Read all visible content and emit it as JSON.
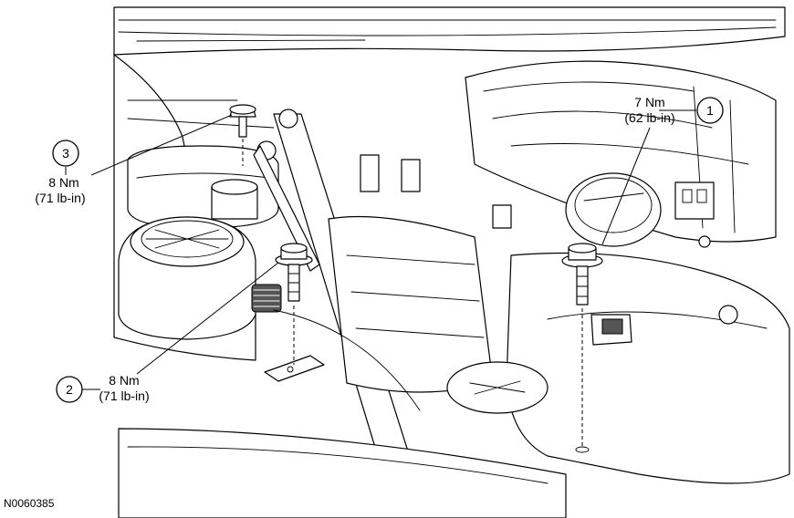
{
  "callouts": [
    {
      "number": "1",
      "torque_nm": "7 Nm",
      "torque_lbin": "(62 lb-in)"
    },
    {
      "number": "2",
      "torque_nm": "8 Nm",
      "torque_lbin": "(71 lb-in)"
    },
    {
      "number": "3",
      "torque_nm": "8 Nm",
      "torque_lbin": "(71 lb-in)"
    }
  ],
  "reference_id": "N0060385"
}
